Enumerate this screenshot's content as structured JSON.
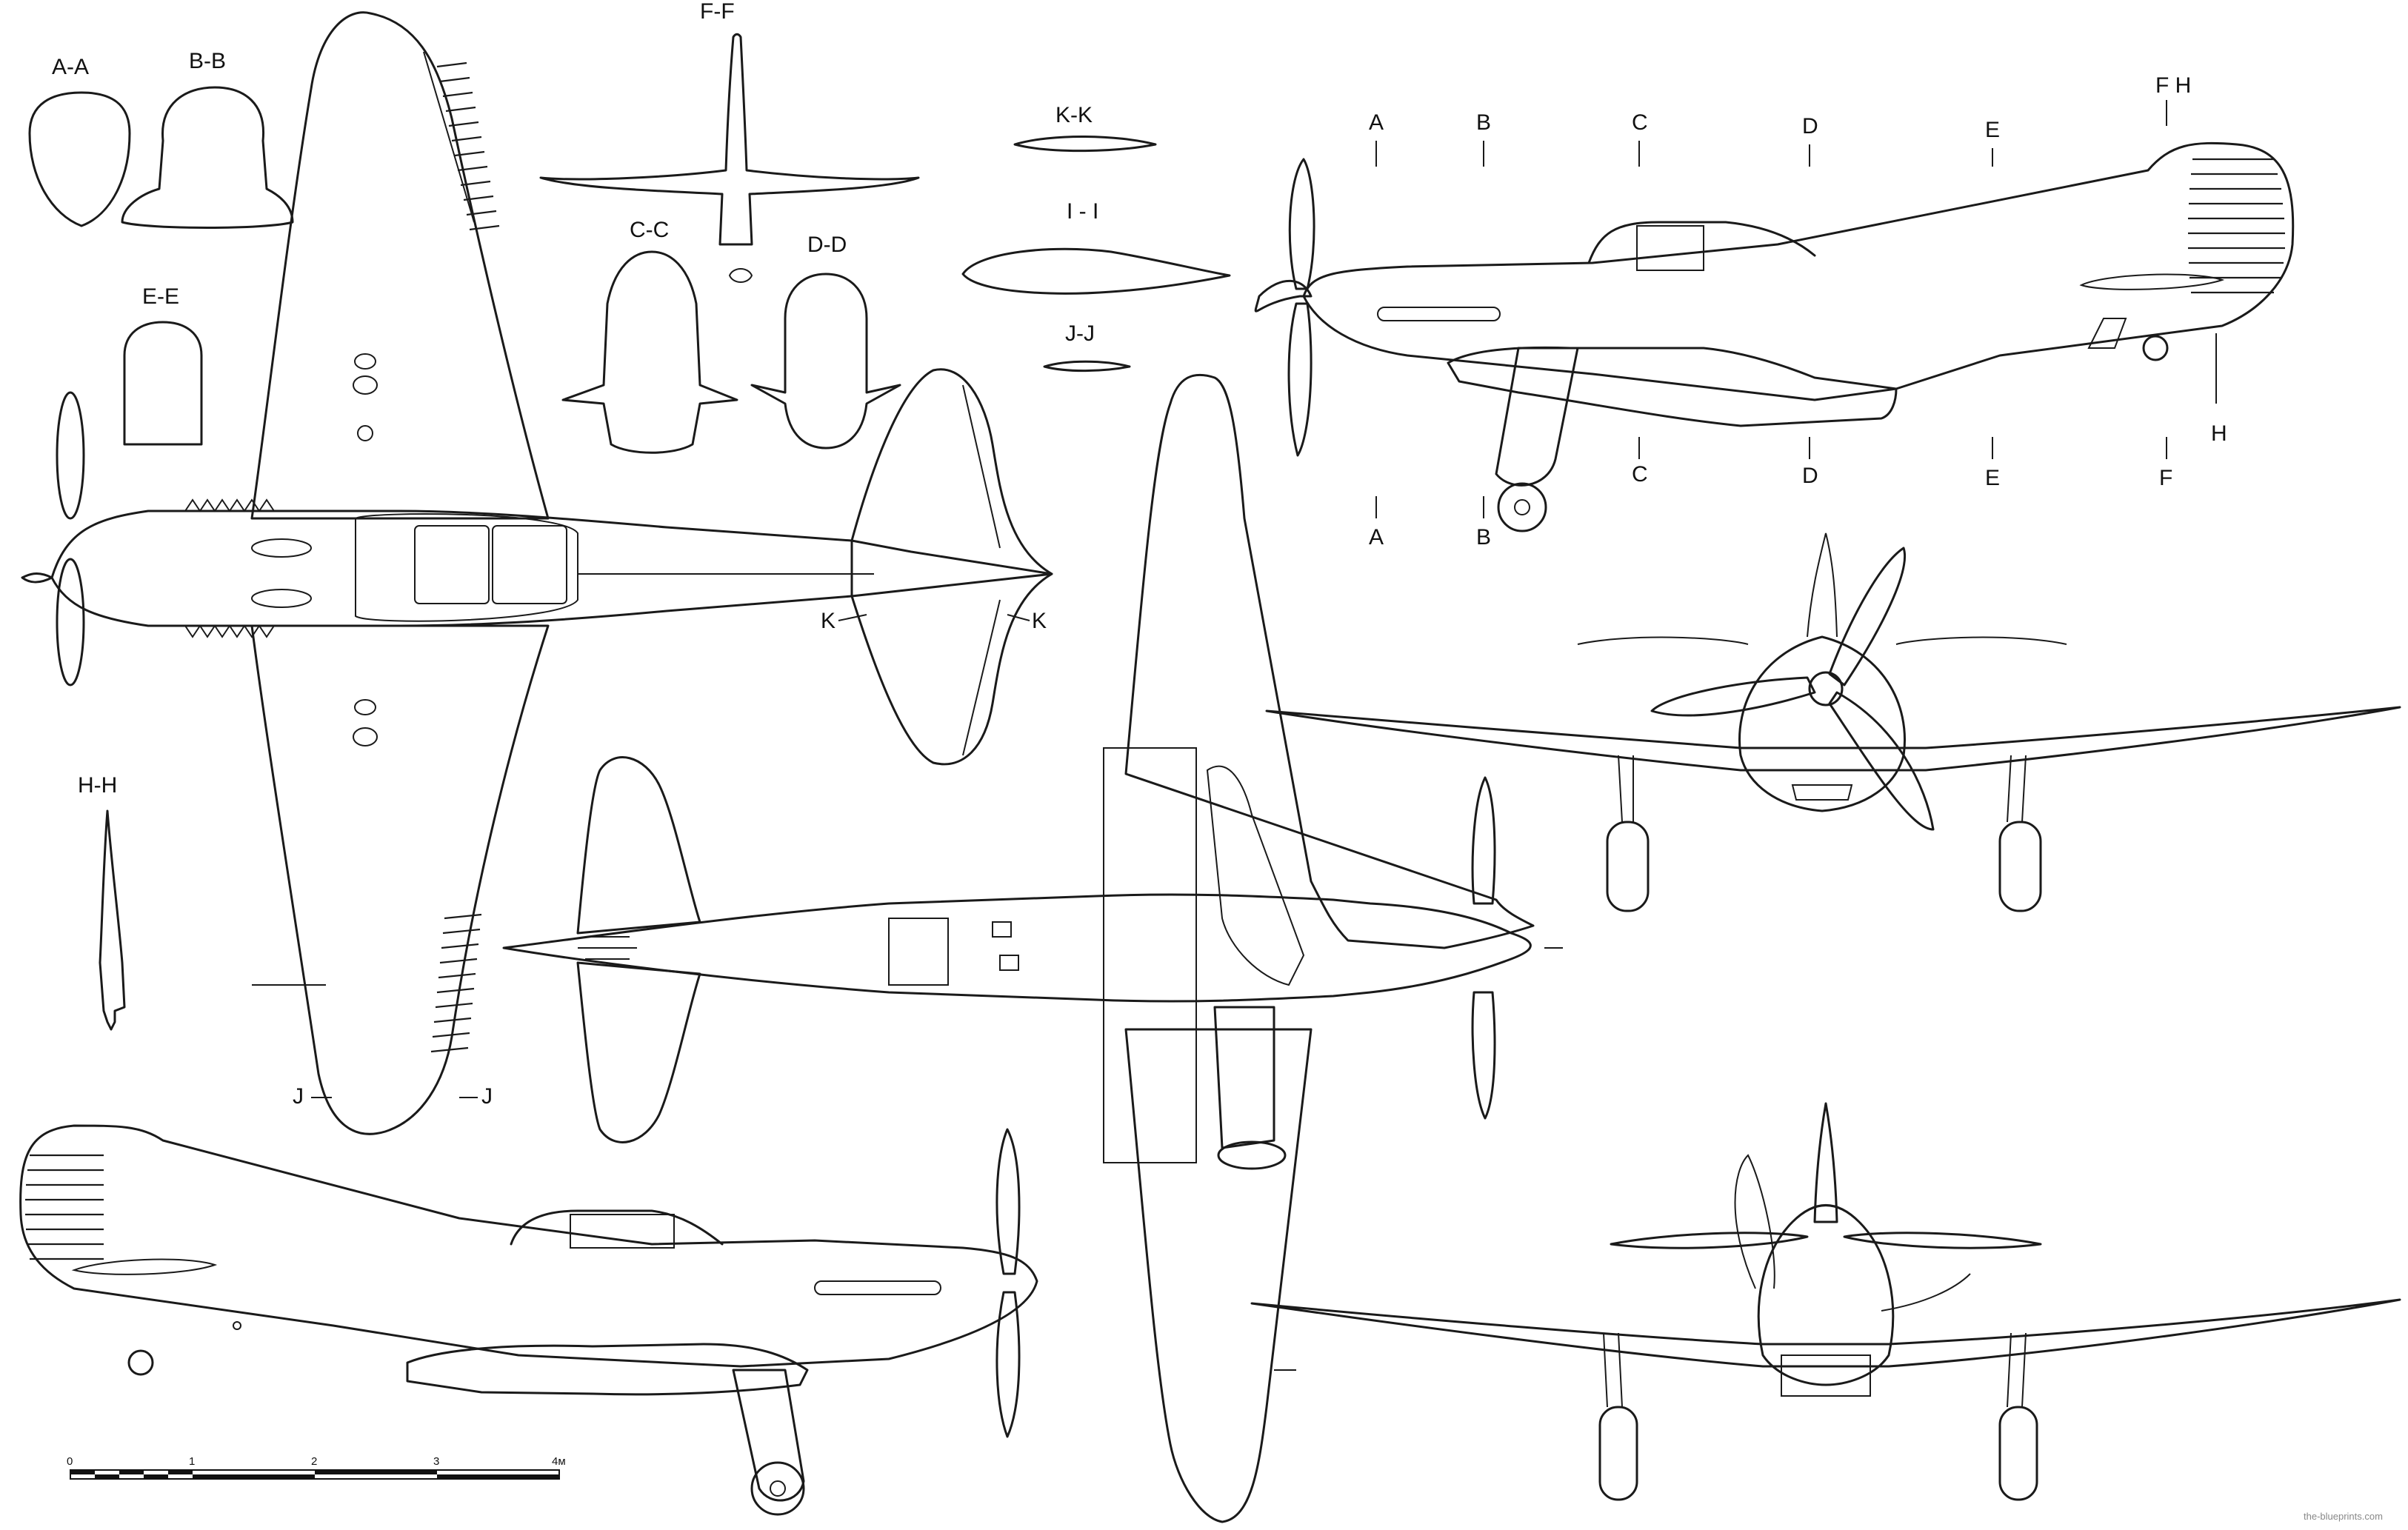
{
  "section_labels": {
    "aa": "A-A",
    "bb": "B-B",
    "ee": "E-E",
    "ff": "F-F",
    "cc": "C-C",
    "dd": "D-D",
    "kk": "K-K",
    "ii": "I - I",
    "jj": "J-J",
    "hh": "H-H"
  },
  "cut_markers": {
    "side_top": [
      "A",
      "B",
      "C",
      "D",
      "E",
      "F H"
    ],
    "side_bottom": [
      "A",
      "B",
      "C",
      "D",
      "E",
      "F"
    ],
    "side_h": "H",
    "plan_j": [
      "J",
      "J"
    ],
    "plan_k": [
      "K",
      "K"
    ]
  },
  "scale_bar": {
    "ticks": [
      "0",
      "1",
      "2",
      "3",
      "4м"
    ]
  },
  "watermark": "the-blueprints.com"
}
